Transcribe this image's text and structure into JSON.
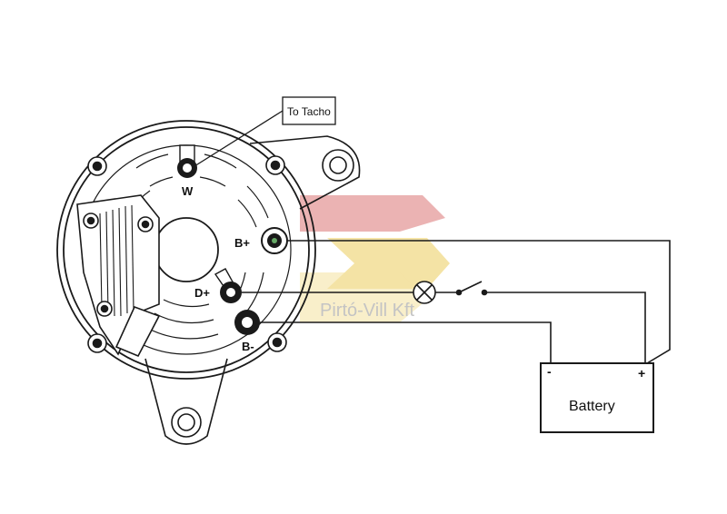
{
  "labels": {
    "to_tacho": "To Tacho",
    "terminal_w": "W",
    "terminal_b_plus": "B+",
    "terminal_d_plus": "D+",
    "terminal_b_minus": "B-",
    "battery": "Battery",
    "battery_minus": "-",
    "battery_plus": "+"
  },
  "watermark": {
    "text": "Pirtó-Vill Kft"
  },
  "colors": {
    "line": "#1a1a1a",
    "watermark_red": "#e8a6a6",
    "watermark_yellow": "#f3df96",
    "watermark_text": "#c9c9c9"
  }
}
